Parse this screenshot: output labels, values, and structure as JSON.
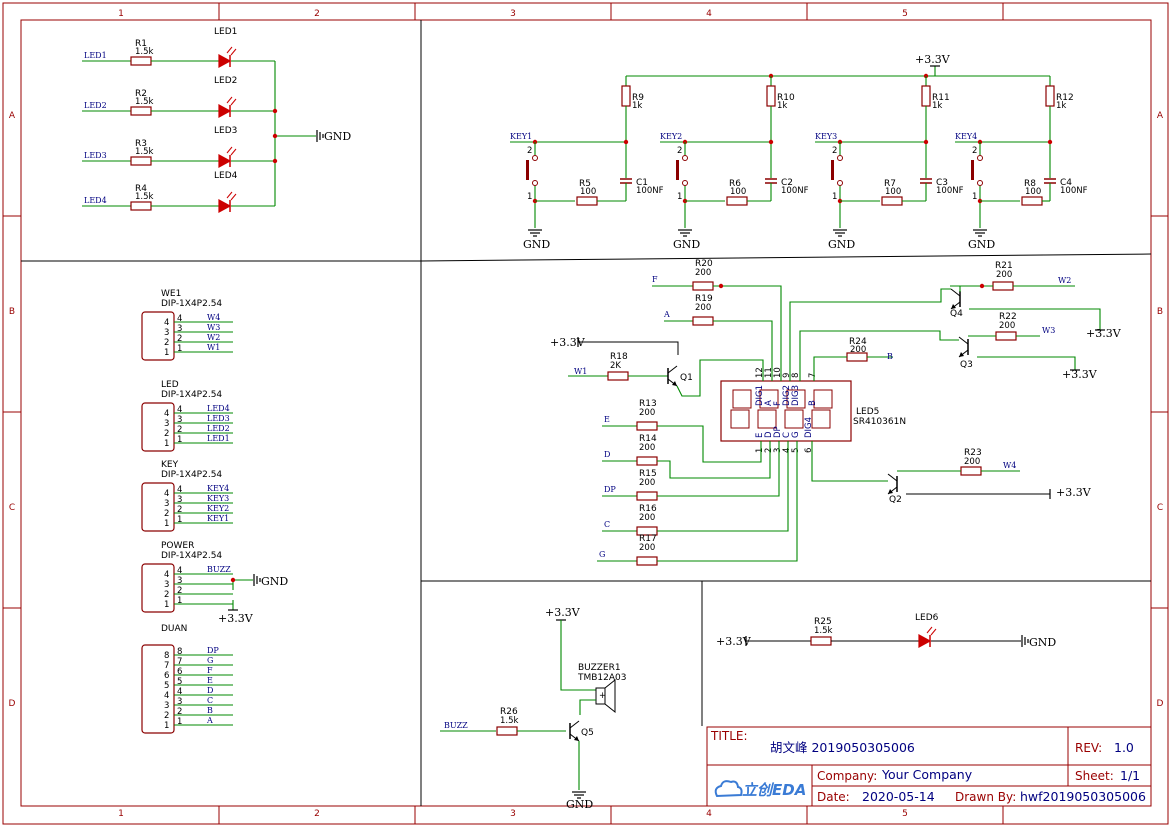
{
  "grid": {
    "columns": [
      "1",
      "2",
      "3",
      "4",
      "5"
    ],
    "rows": [
      "A",
      "B",
      "C",
      "D"
    ]
  },
  "title_block": {
    "title_label": "TITLE:",
    "title_value": "胡文峰 2019050305006",
    "rev_label": "REV:",
    "rev_value": "1.0",
    "company_label": "Company:",
    "company_value": "Your Company",
    "sheet_label": "Sheet:",
    "sheet_value": "1/1",
    "date_label": "Date:",
    "date_value": "2020-05-14",
    "drawn_label": "Drawn By:",
    "drawn_value": "hwf2019050305006",
    "logo_text": "立创EDA"
  },
  "power": {
    "vcc": "+3.3V",
    "gnd": "GND"
  },
  "led_section": {
    "resistors": [
      {
        "name": "R1",
        "value": "1.5k",
        "net": "LED1",
        "led": "LED1"
      },
      {
        "name": "R2",
        "value": "1.5k",
        "net": "LED2",
        "led": "LED2"
      },
      {
        "name": "R3",
        "value": "1.5k",
        "net": "LED3",
        "led": "LED3"
      },
      {
        "name": "R4",
        "value": "1.5k",
        "net": "LED4",
        "led": "LED4"
      }
    ]
  },
  "key_section": [
    {
      "net": "KEY1",
      "pull": "R9",
      "pull_val": "1k",
      "series": "R5",
      "series_val": "100",
      "cap": "C1",
      "cap_val": "100NF"
    },
    {
      "net": "KEY2",
      "pull": "R10",
      "pull_val": "1k",
      "series": "R6",
      "series_val": "100",
      "cap": "C2",
      "cap_val": "100NF"
    },
    {
      "net": "KEY3",
      "pull": "R11",
      "pull_val": "1k",
      "series": "R7",
      "series_val": "100",
      "cap": "C3",
      "cap_val": "100NF"
    },
    {
      "net": "KEY4",
      "pull": "R12",
      "pull_val": "1k",
      "series": "R8",
      "series_val": "100",
      "cap": "C4",
      "cap_val": "100NF"
    }
  ],
  "headers": [
    {
      "name": "WE1",
      "pkg": "DIP-1X4P2.54",
      "nets": [
        "W4",
        "W3",
        "W2",
        "W1"
      ]
    },
    {
      "name": "LED",
      "pkg": "DIP-1X4P2.54",
      "nets": [
        "LED4",
        "LED3",
        "LED2",
        "LED1"
      ]
    },
    {
      "name": "KEY",
      "pkg": "DIP-1X4P2.54",
      "nets": [
        "KEY4",
        "KEY3",
        "KEY2",
        "KEY1"
      ]
    },
    {
      "name": "POWER",
      "pkg": "DIP-1X4P2.54",
      "nets": [
        "BUZZ",
        "",
        "",
        ""
      ]
    },
    {
      "name": "DUAN",
      "pkg": "",
      "nets": [
        "DP",
        "G",
        "F",
        "E",
        "D",
        "C",
        "B",
        "A"
      ]
    }
  ],
  "seg_section": {
    "display_name": "LED5",
    "display_part": "SR410361N",
    "top_pins": [
      "DIG1",
      "A",
      "F",
      "DIG2",
      "DIG3",
      "B"
    ],
    "top_nums": [
      "12",
      "11",
      "10",
      "9",
      "8",
      "7"
    ],
    "bot_pins": [
      "E",
      "D",
      "DP",
      "C",
      "G",
      "DIG4"
    ],
    "bot_nums": [
      "1",
      "2",
      "3",
      "4",
      "5",
      "6"
    ],
    "seg_resistors": [
      {
        "name": "R20",
        "value": "200",
        "net": "F"
      },
      {
        "name": "R19",
        "value": "200",
        "net": "A"
      },
      {
        "name": "R24",
        "value": "200",
        "net": "B"
      },
      {
        "name": "R13",
        "value": "200",
        "net": "E"
      },
      {
        "name": "R14",
        "value": "200",
        "net": "D"
      },
      {
        "name": "R15",
        "value": "200",
        "net": "DP"
      },
      {
        "name": "R16",
        "value": "200",
        "net": "C"
      },
      {
        "name": "R17",
        "value": "200",
        "net": "G"
      }
    ],
    "transistors": [
      {
        "name": "Q1",
        "res": "R18",
        "res_val": "2K",
        "net": "W1"
      },
      {
        "name": "Q2",
        "res": "R23",
        "res_val": "200",
        "net": "W4"
      },
      {
        "name": "Q3",
        "res": "R22",
        "res_val": "200",
        "net": "W3"
      },
      {
        "name": "Q4",
        "res": "R21",
        "res_val": "200",
        "net": "W2"
      }
    ]
  },
  "buzzer_section": {
    "buzzer_name": "BUZZER1",
    "buzzer_part": "TMB12A03",
    "res": "R26",
    "res_val": "1.5k",
    "net": "BUZZ",
    "transistor": "Q5"
  },
  "led6_section": {
    "res": "R25",
    "res_val": "1.5k",
    "led": "LED6"
  }
}
